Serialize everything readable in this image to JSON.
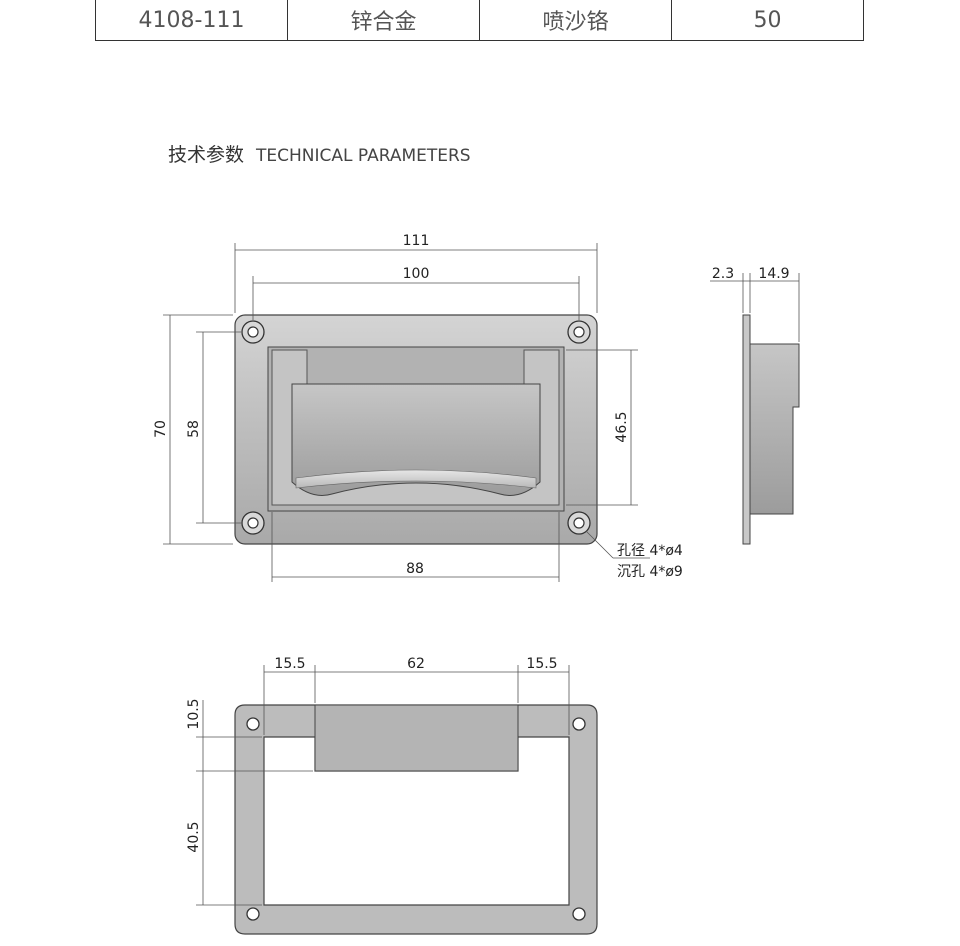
{
  "table": {
    "row": [
      "4108-111",
      "锌合金",
      "喷沙铬",
      "50"
    ]
  },
  "heading": {
    "cn": "技术参数",
    "en": "TECHNICAL PARAMETERS"
  },
  "front_view": {
    "dims": {
      "overall_width": "111",
      "hole_spacing_x": "100",
      "overall_height": "70",
      "hole_spacing_y": "58",
      "opening_width": "88",
      "opening_height": "46.5"
    },
    "hole_note_1": "孔径 4*ø4",
    "hole_note_2": "沉孔 4*ø9"
  },
  "side_view": {
    "dims": {
      "plate_thickness": "2.3",
      "depth": "14.9"
    }
  },
  "cutout_view": {
    "dims": {
      "left_margin": "15.5",
      "center": "62",
      "right_margin": "15.5",
      "top_step": "10.5",
      "opening_depth": "40.5"
    }
  }
}
